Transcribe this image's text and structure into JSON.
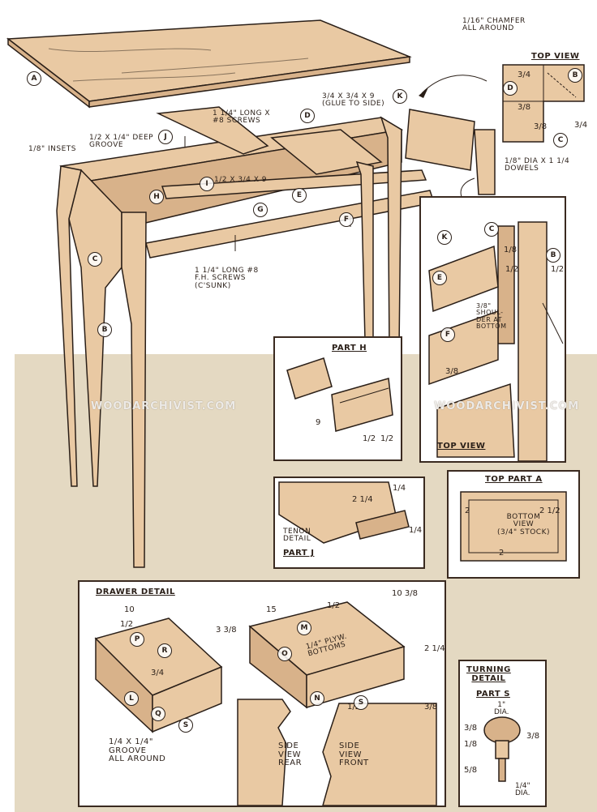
{
  "watermark": "WOODARCHIVIST.COM",
  "colors": {
    "wood": "#e9c9a3",
    "wood_dark": "#d8b28a",
    "ink": "#2a1f18",
    "background": "#e4d9c2"
  },
  "main": {
    "chamfer_note": "1/16\" CHAMFER\nALL AROUND",
    "insets_note": "1/8\" INSETS",
    "groove_note": "1/2 x 1/4\" DEEP\nGROOVE",
    "screws_top_note": "1 1/4\" LONG x\n#8 SCREWS",
    "glue_note": "3/4 x 3/4 x 9\n(GLUE TO SIDE)",
    "dim_h": "1/2 x 3/4 x 9",
    "screws_bottom_note": "1 1/4\" LONG #8\nF.H. SCREWS\n(C'SUNK)",
    "dowels_note": "1/8\" DIA x 1 1/4\nDOWELS",
    "parts": [
      "A",
      "B",
      "C",
      "D",
      "E",
      "F",
      "G",
      "H",
      "I",
      "J",
      "K"
    ]
  },
  "top_view": {
    "title": "TOP VIEW",
    "dims": [
      "3/4",
      "3/8",
      "3/8",
      "3/4"
    ],
    "parts": [
      "B",
      "D",
      "C"
    ]
  },
  "right_detail": {
    "shoulder_note": "3/8\"\nSHOUL-\nDER AT\nBOTTOM",
    "dims": [
      "1/8",
      "1/2",
      "1/2",
      "3/8"
    ],
    "bottom_title": "TOP VIEW",
    "parts": [
      "K",
      "C",
      "E",
      "F",
      "B"
    ]
  },
  "part_h": {
    "title": "PART H",
    "dims": [
      "9",
      "1/2",
      "1/2"
    ]
  },
  "part_j": {
    "title": "PART J",
    "tenon_note": "TENON\nDETAIL",
    "dims": [
      "2 1/4",
      "1/4",
      "1/4"
    ]
  },
  "top_part_a": {
    "title": "TOP PART A",
    "dims": [
      "2",
      "2 1/2",
      "2"
    ],
    "view_note": "BOTTOM\nVIEW\n(3/4\" STOCK)"
  },
  "drawer": {
    "title": "DRAWER DETAIL",
    "dims_left": [
      "10",
      "1/2",
      "3 3/8",
      "3/4"
    ],
    "dims_right": [
      "15",
      "1/2",
      "10 3/8",
      "2 1/4",
      "1/2",
      "3/8"
    ],
    "plywood_note": "1/4\" PLYW.\nBOTTOMS",
    "groove_note": "1/4 x 1/4\"\nGROOVE\nALL AROUND",
    "side_rear": "SIDE\nVIEW\nREAR",
    "side_front": "SIDE\nVIEW\nFRONT",
    "parts": [
      "P",
      "R",
      "L",
      "Q",
      "S",
      "M",
      "O",
      "N",
      "S"
    ]
  },
  "turning": {
    "title": "TURNING\nDETAIL",
    "part": "PART S",
    "dims": [
      "1\"\nDIA.",
      "3/8",
      "3/8",
      "1/8",
      "5/8",
      "1/4\"\nDIA."
    ]
  }
}
